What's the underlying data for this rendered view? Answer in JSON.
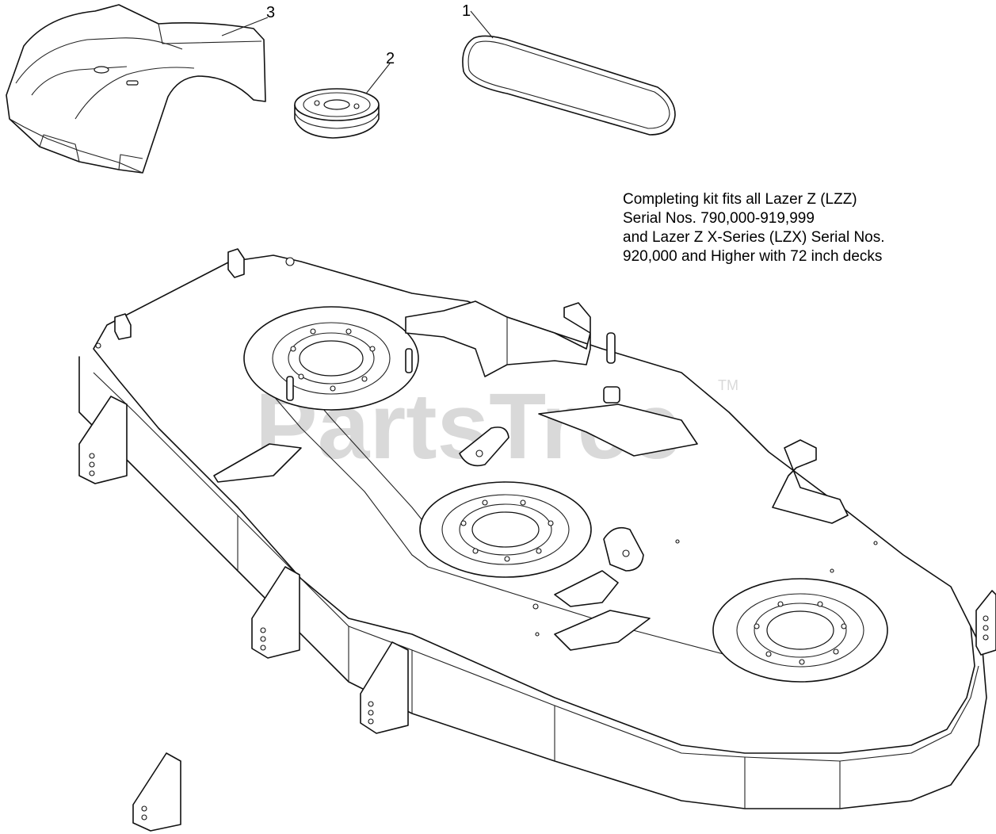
{
  "callouts": [
    {
      "label": "1"
    },
    {
      "label": "2"
    },
    {
      "label": "3"
    }
  ],
  "note": {
    "lines": [
      "Completing kit fits all Lazer Z (LZZ)",
      "Serial Nos. 790,000-919,999",
      "and Lazer Z X-Series (LZX) Serial Nos.",
      "920,000 and Higher with 72 inch decks"
    ]
  },
  "watermark": {
    "text": "PartsTree",
    "trademark": "TM"
  },
  "colors": {
    "line": "#111111",
    "watermark": "#d9d9d9",
    "background": "#ffffff"
  }
}
